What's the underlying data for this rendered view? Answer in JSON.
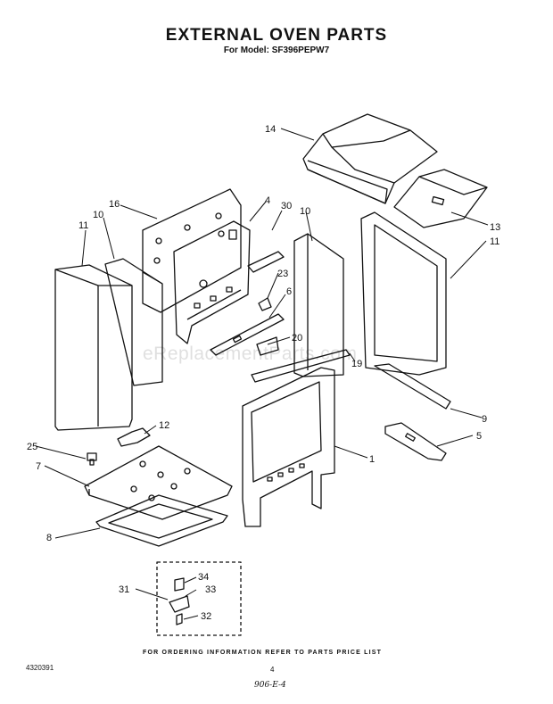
{
  "header": {
    "title": "EXTERNAL OVEN PARTS",
    "subtitle": "For Model: SF396PEPW7"
  },
  "callouts": [
    {
      "id": "c14",
      "label": "14"
    },
    {
      "id": "c13",
      "label": "13"
    },
    {
      "id": "c11r",
      "label": "11"
    },
    {
      "id": "c16",
      "label": "16"
    },
    {
      "id": "c4",
      "label": "4"
    },
    {
      "id": "c30",
      "label": "30"
    },
    {
      "id": "c10r",
      "label": "10"
    },
    {
      "id": "c11l",
      "label": "11"
    },
    {
      "id": "c10l",
      "label": "10"
    },
    {
      "id": "c23",
      "label": "23"
    },
    {
      "id": "c6",
      "label": "6"
    },
    {
      "id": "c20",
      "label": "20"
    },
    {
      "id": "c19",
      "label": "19"
    },
    {
      "id": "c9",
      "label": "9"
    },
    {
      "id": "c12",
      "label": "12"
    },
    {
      "id": "c5",
      "label": "5"
    },
    {
      "id": "c25",
      "label": "25"
    },
    {
      "id": "c1",
      "label": "1"
    },
    {
      "id": "c7",
      "label": "7"
    },
    {
      "id": "c8",
      "label": "8"
    },
    {
      "id": "c34",
      "label": "34"
    },
    {
      "id": "c33",
      "label": "33"
    },
    {
      "id": "c31",
      "label": "31"
    },
    {
      "id": "c32",
      "label": "32"
    }
  ],
  "footer": {
    "note": "FOR ORDERING INFORMATION REFER TO PARTS PRICE LIST",
    "doc_number": "4320391",
    "page_number": "4",
    "handwritten": "906-E-4"
  },
  "watermark": "eReplacementParts.com"
}
